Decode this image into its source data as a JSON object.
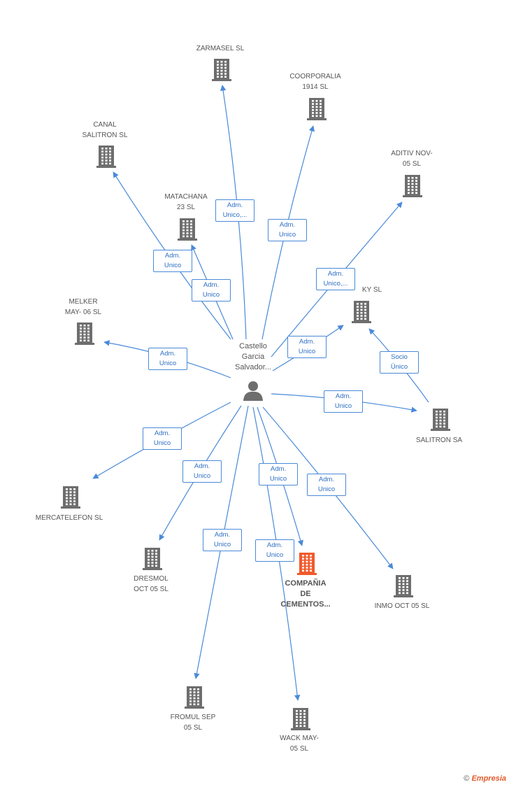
{
  "colors": {
    "edge": "#4a8ad8",
    "building": "#6e6e6e",
    "building_main": "#f05a2b",
    "person": "#6e6e6e"
  },
  "center": {
    "label_lines": [
      "Castello",
      "Garcia",
      "Salvador..."
    ],
    "icon": "person-icon"
  },
  "companies": [
    {
      "id": "zarmasel",
      "label_lines": [
        "ZARMASEL  SL"
      ],
      "icon": "building-icon",
      "main": false
    },
    {
      "id": "coorporalia",
      "label_lines": [
        "COORPORALIA",
        "1914 SL"
      ],
      "icon": "building-icon",
      "main": false
    },
    {
      "id": "canal",
      "label_lines": [
        "CANAL",
        "SALITRON SL"
      ],
      "icon": "building-icon",
      "main": false
    },
    {
      "id": "aditiv",
      "label_lines": [
        "ADITIV NOV-",
        "05 SL"
      ],
      "icon": "building-icon",
      "main": false
    },
    {
      "id": "matachana",
      "label_lines": [
        "MATACHANA",
        "23 SL"
      ],
      "icon": "building-icon",
      "main": false
    },
    {
      "id": "melker",
      "label_lines": [
        "MELKER",
        "MAY- 06 SL"
      ],
      "icon": "building-icon",
      "main": false
    },
    {
      "id": "ky",
      "label_lines": [
        "KY SL"
      ],
      "icon": "building-icon",
      "main": false
    },
    {
      "id": "salitron",
      "label_lines": [
        "SALITRON SA"
      ],
      "icon": "building-icon",
      "main": false
    },
    {
      "id": "mercatelefon",
      "label_lines": [
        "MERCATELEFON SL"
      ],
      "icon": "building-icon",
      "main": false
    },
    {
      "id": "dresmol",
      "label_lines": [
        "DRESMOL",
        "OCT 05 SL"
      ],
      "icon": "building-icon",
      "main": false
    },
    {
      "id": "compania",
      "label_lines": [
        "COMPAÑIA",
        "DE",
        "CEMENTOS..."
      ],
      "icon": "building-icon",
      "main": true
    },
    {
      "id": "inmo",
      "label_lines": [
        "INMO OCT 05 SL"
      ],
      "icon": "building-icon",
      "main": false
    },
    {
      "id": "fromul",
      "label_lines": [
        "FROMUL SEP",
        "05 SL"
      ],
      "icon": "building-icon",
      "main": false
    },
    {
      "id": "wack",
      "label_lines": [
        "WACK MAY-",
        "05 SL"
      ],
      "icon": "building-icon",
      "main": false
    }
  ],
  "edges": [
    {
      "from": "center",
      "to": "zarmasel",
      "label_lines": [
        "Adm.",
        "Unico,..."
      ]
    },
    {
      "from": "center",
      "to": "coorporalia",
      "label_lines": [
        "Adm.",
        "Unico"
      ]
    },
    {
      "from": "center",
      "to": "canal",
      "label_lines": [
        "Adm.",
        "Unico"
      ]
    },
    {
      "from": "center",
      "to": "aditiv",
      "label_lines": [
        "Adm.",
        "Unico,..."
      ]
    },
    {
      "from": "center",
      "to": "matachana",
      "label_lines": [
        "Adm.",
        "Unico"
      ]
    },
    {
      "from": "center",
      "to": "melker",
      "label_lines": [
        "Adm.",
        "Unico"
      ]
    },
    {
      "from": "center",
      "to": "ky",
      "label_lines": [
        "Adm.",
        "Unico"
      ]
    },
    {
      "from": "salitron",
      "to": "ky",
      "label_lines": [
        "Socio",
        "Único"
      ]
    },
    {
      "from": "center",
      "to": "salitron",
      "label_lines": [
        "Adm.",
        "Unico"
      ]
    },
    {
      "from": "center",
      "to": "mercatelefon",
      "label_lines": [
        "Adm.",
        "Unico"
      ]
    },
    {
      "from": "center",
      "to": "dresmol",
      "label_lines": [
        "Adm.",
        "Unico"
      ]
    },
    {
      "from": "center",
      "to": "compania",
      "label_lines": [
        "Adm.",
        "Unico"
      ]
    },
    {
      "from": "center",
      "to": "inmo",
      "label_lines": [
        "Adm.",
        "Unico"
      ]
    },
    {
      "from": "center",
      "to": "fromul",
      "label_lines": [
        "Adm.",
        "Unico"
      ]
    },
    {
      "from": "center",
      "to": "wack",
      "label_lines": [
        "Adm.",
        "Unico"
      ]
    }
  ],
  "branding": {
    "copyright": "©",
    "name": "Empresia"
  }
}
